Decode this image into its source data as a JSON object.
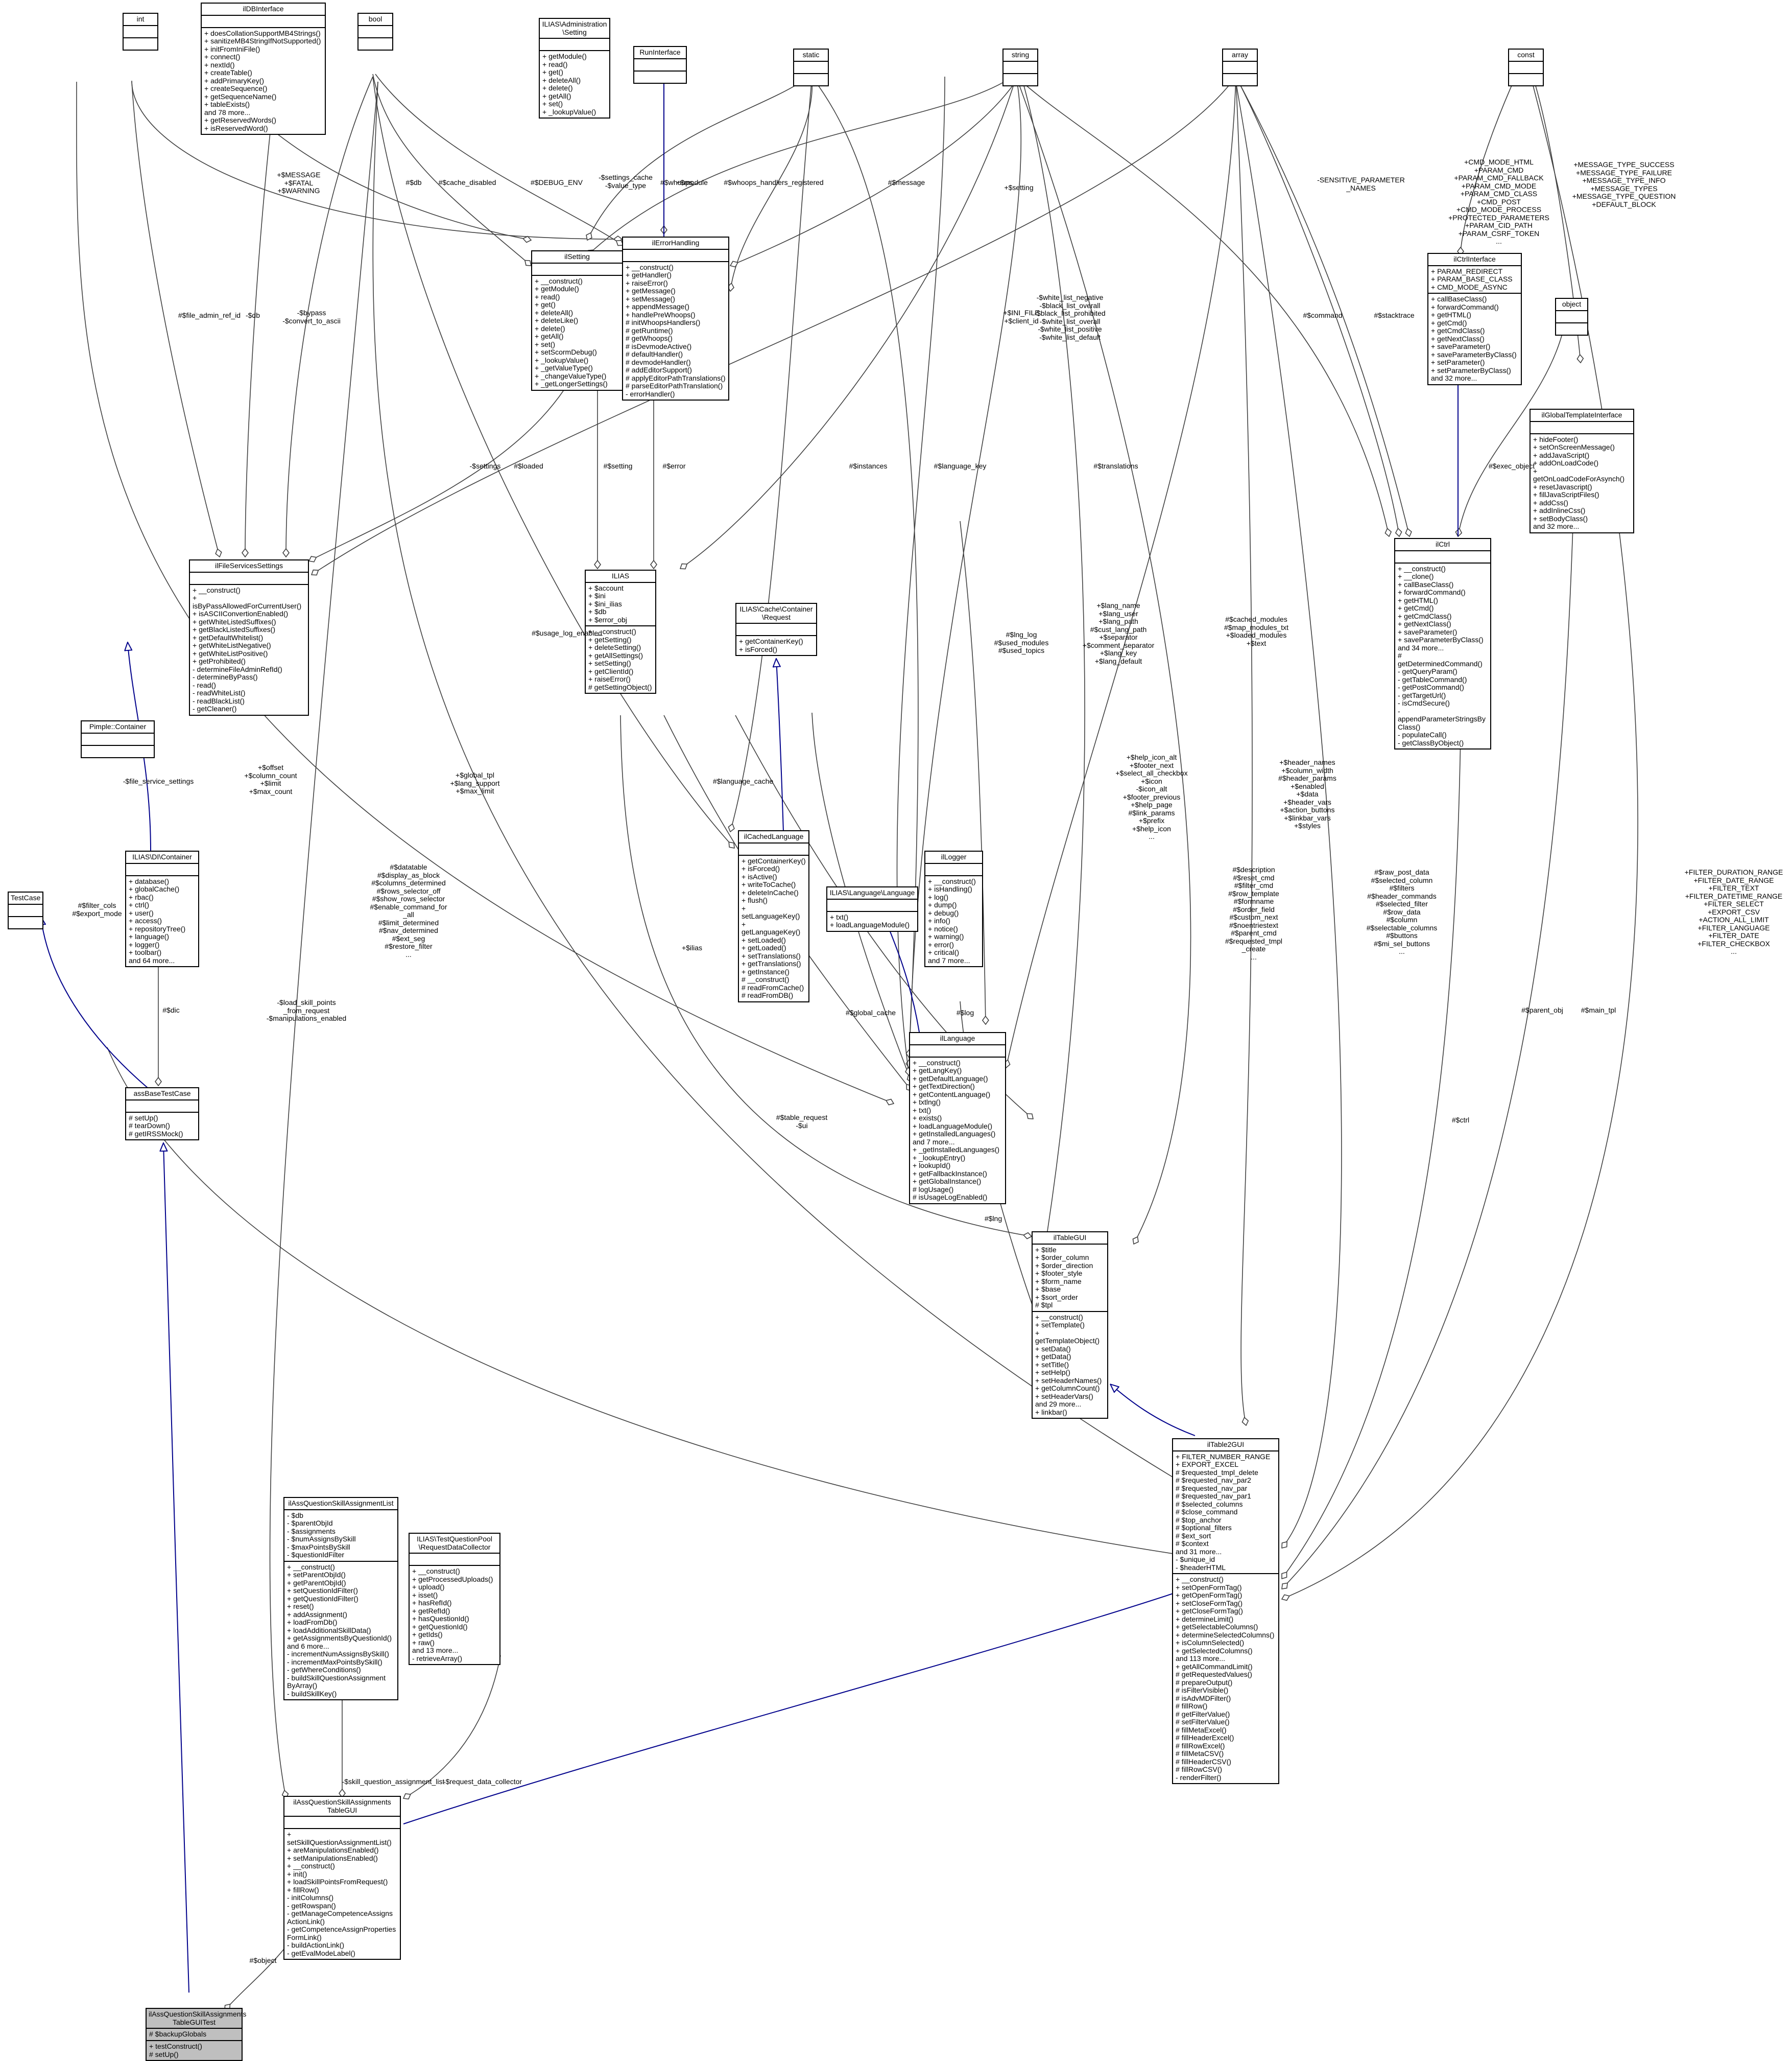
{
  "nodes": {
    "int": {
      "title": "int",
      "attrs": [],
      "ops": []
    },
    "dbinterface": {
      "title": "ilDBInterface",
      "attrs": [],
      "ops": [
        "+ doesCollationSupportMB4Strings()",
        "+ sanitizeMB4StringIfNotSupported()",
        "+ initFromIniFile()",
        "+ connect()",
        "+ nextId()",
        "+ createTable()",
        "+ addPrimaryKey()",
        "+ createSequence()",
        "+ getSequenceName()",
        "+ tableExists()",
        "and 78 more...",
        "+ getReservedWords()",
        "+ isReservedWord()"
      ]
    },
    "bool": {
      "title": "bool",
      "attrs": [],
      "ops": []
    },
    "adminsetting": {
      "title": "ILIAS\\Administration\n\\Setting",
      "attrs": [],
      "ops": [
        "+ getModule()",
        "+ read()",
        "+ get()",
        "+ deleteAll()",
        "+ delete()",
        "+ getAll()",
        "+ set()",
        "+ _lookupValue()"
      ]
    },
    "runinterface": {
      "title": "RunInterface",
      "attrs": [],
      "ops": []
    },
    "static": {
      "title": "static",
      "attrs": [],
      "ops": []
    },
    "string": {
      "title": "string",
      "attrs": [],
      "ops": []
    },
    "array": {
      "title": "array",
      "attrs": [],
      "ops": []
    },
    "const": {
      "title": "const",
      "attrs": [],
      "ops": []
    },
    "ilsetting": {
      "title": "ilSetting",
      "attrs": [],
      "ops": [
        "+ __construct()",
        "+ getModule()",
        "+ read()",
        "+ get()",
        "+ deleteAll()",
        "+ deleteLike()",
        "+ delete()",
        "+ getAll()",
        "+ set()",
        "+ setScormDebug()",
        "+ _lookupValue()",
        "+ _getValueType()",
        "+ _changeValueType()",
        "+ _getLongerSettings()"
      ]
    },
    "errorhandling": {
      "title": "ilErrorHandling",
      "attrs": [],
      "ops": [
        "+ __construct()",
        "+ getHandler()",
        "+ raiseError()",
        "+ getMessage()",
        "+ setMessage()",
        "+ appendMessage()",
        "+ handlePreWhoops()",
        "# initWhoopsHandlers()",
        "# getRuntime()",
        "# getWhoops()",
        "# isDevmodeActive()",
        "# defaultHandler()",
        "# devmodeHandler()",
        "# addEditorSupport()",
        "# applyEditorPathTranslations()",
        "# parseEditorPathTranslation()",
        "- errorHandler()"
      ]
    },
    "ctrlinterface": {
      "title": "ilCtrlInterface",
      "attrs": [
        "+ PARAM_REDIRECT",
        "+ PARAM_BASE_CLASS",
        "+ CMD_MODE_ASYNC"
      ],
      "ops": [
        "+ callBaseClass()",
        "+ forwardCommand()",
        "+ getHTML()",
        "+ getCmd()",
        "+ getCmdClass()",
        "+ getNextClass()",
        "+ saveParameter()",
        "+ saveParameterByClass()",
        "+ setParameter()",
        "+ setParameterByClass()",
        "and 32 more..."
      ]
    },
    "object": {
      "title": "object",
      "attrs": [],
      "ops": []
    },
    "globaltemplate": {
      "title": "ilGlobalTemplateInterface",
      "attrs": [],
      "ops": [
        "+ hideFooter()",
        "+ setOnScreenMessage()",
        "+ addJavaScript()",
        "+ addOnLoadCode()",
        "+ getOnLoadCodeForAsynch()",
        "+ resetJavascript()",
        "+ fillJavaScriptFiles()",
        "+ addCss()",
        "+ addInlineCss()",
        "+ setBodyClass()",
        "and 32 more..."
      ]
    },
    "fileservices": {
      "title": "ilFileServicesSettings",
      "attrs": [],
      "ops": [
        "+ __construct()",
        "+ isByPassAllowedForCurrentUser()",
        "+ isASCIIConvertionEnabled()",
        "+ getWhiteListedSuffixes()",
        "+ getBlackListedSuffixes()",
        "+ getDefaultWhitelist()",
        "+ getWhiteListNegative()",
        "+ getWhiteListPositive()",
        "+ getProhibited()",
        "- determineFileAdminRefId()",
        "- determineByPass()",
        "- read()",
        "- readWhiteList()",
        "- readBlackList()",
        "- getCleaner()"
      ]
    },
    "ilias": {
      "title": "ILIAS",
      "attrs": [
        "+ $account",
        "+ $ini",
        "+ $ini_ilias",
        "+ $db",
        "+ $error_obj"
      ],
      "ops": [
        "+ __construct()",
        "+ getSetting()",
        "+ deleteSetting()",
        "+ getAllSettings()",
        "+ setSetting()",
        "+ getClientId()",
        "+ raiseError()",
        "# getSettingObject()"
      ]
    },
    "cachecontainer": {
      "title": "ILIAS\\Cache\\Container\n\\Request",
      "attrs": [],
      "ops": [
        "+ getContainerKey()",
        "+ isForced()"
      ]
    },
    "ctrl": {
      "title": "ilCtrl",
      "attrs": [],
      "ops": [
        "+ __construct()",
        "+ __clone()",
        "+ callBaseClass()",
        "+ forwardCommand()",
        "+ getHTML()",
        "+ getCmd()",
        "+ getCmdClass()",
        "+ getNextClass()",
        "+ saveParameter()",
        "+ saveParameterByClass()",
        "and 34 more...",
        "# getDeterminedCommand()",
        "- getQueryParam()",
        "- getTableCommand()",
        "- getPostCommand()",
        "- getTargetUrl()",
        "- isCmdSecure()",
        "- appendParameterStringsBy\nClass()",
        "- populateCall()",
        "- getClassByObject()"
      ]
    },
    "pimple": {
      "title": "Pimple::Container",
      "attrs": [],
      "ops": []
    },
    "dicontainer": {
      "title": "ILIAS\\DI\\Container",
      "attrs": [],
      "ops": [
        "+ database()",
        "+ globalCache()",
        "+ rbac()",
        "+ ctrl()",
        "+ user()",
        "+ access()",
        "+ repositoryTree()",
        "+ language()",
        "+ logger()",
        "+ toolbar()",
        "and 64 more..."
      ]
    },
    "cachedlanguage": {
      "title": "ilCachedLanguage",
      "attrs": [],
      "ops": [
        "+ getContainerKey()",
        "+ isForced()",
        "+ isActive()",
        "+ writeToCache()",
        "+ deleteInCache()",
        "+ flush()",
        "+ setLanguageKey()",
        "+ getLanguageKey()",
        "+ setLoaded()",
        "+ getLoaded()",
        "+ setTranslations()",
        "+ getTranslations()",
        "+ getInstance()",
        "# __construct()",
        "# readFromCache()",
        "# readFromDB()"
      ]
    },
    "langlanguage": {
      "title": "ILIAS\\Language\\Language",
      "attrs": [],
      "ops": [
        "+ txt()",
        "+ loadLanguageModule()"
      ]
    },
    "logger": {
      "title": "ilLogger",
      "attrs": [],
      "ops": [
        "+ __construct()",
        "+ isHandling()",
        "+ log()",
        "+ dump()",
        "+ debug()",
        "+ info()",
        "+ notice()",
        "+ warning()",
        "+ error()",
        "+ critical()",
        "and 7 more..."
      ]
    },
    "testcase": {
      "title": "TestCase",
      "attrs": [],
      "ops": []
    },
    "assbase": {
      "title": "assBaseTestCase",
      "attrs": [],
      "ops": [
        "# setUp()",
        "# tearDown()",
        "# getIRSSMock()"
      ]
    },
    "language": {
      "title": "ilLanguage",
      "attrs": [],
      "ops": [
        "+ __construct()",
        "+ getLangKey()",
        "+ getDefaultLanguage()",
        "+ getTextDirection()",
        "+ getContentLanguage()",
        "+ txtlng()",
        "+ txt()",
        "+ exists()",
        "+ loadLanguageModule()",
        "+ getInstalledLanguages()",
        "and 7 more...",
        "+ _getInstalledLanguages()",
        "+ _lookupEntry()",
        "+ lookupId()",
        "+ getFallbackInstance()",
        "+ getGlobalInstance()",
        "# logUsage()",
        "# isUsageLogEnabled()"
      ]
    },
    "tablegui": {
      "title": "ilTableGUI",
      "attrs": [
        "+ $title",
        "+ $order_column",
        "+ $order_direction",
        "+ $footer_style",
        "+ $form_name",
        "+ $base",
        "+ $sort_order",
        "# $tpl"
      ],
      "ops": [
        "+ __construct()",
        "+ setTemplate()",
        "+ getTemplateObject()",
        "+ setData()",
        "+ getData()",
        "+ setTitle()",
        "+ setHelp()",
        "+ setHeaderNames()",
        "+ getColumnCount()",
        "+ setHeaderVars()",
        "and 29 more...",
        "+ linkbar()"
      ]
    },
    "table2gui": {
      "title": "ilTable2GUI",
      "attrs": [
        "+ FILTER_NUMBER_RANGE",
        "+ EXPORT_EXCEL",
        "# $requested_tmpl_delete",
        "# $requested_nav_par2",
        "# $requested_nav_par",
        "# $requested_nav_par1",
        "# $selected_columns",
        "# $close_command",
        "# $top_anchor",
        "# $optional_filters",
        "# $ext_sort",
        "# $context",
        "and 31 more...",
        "- $unique_id",
        "- $headerHTML"
      ],
      "ops": [
        "+ __construct()",
        "+ setOpenFormTag()",
        "+ getOpenFormTag()",
        "+ setCloseFormTag()",
        "+ getCloseFormTag()",
        "+ determineLimit()",
        "+ getSelectableColumns()",
        "+ determineSelectedColumns()",
        "+ isColumnSelected()",
        "+ getSelectedColumns()",
        "and 113 more...",
        "+ getAllCommandLimit()",
        "# getRequestedValues()",
        "# prepareOutput()",
        "# isFilterVisible()",
        "# isAdvMDFilter()",
        "# fillRow()",
        "# getFilterValue()",
        "# setFilterValue()",
        "# fillMetaExcel()",
        "# fillHeaderExcel()",
        "# fillRowExcel()",
        "# fillMetaCSV()",
        "# fillHeaderCSV()",
        "# fillRowCSV()",
        "- renderFilter()"
      ]
    },
    "assignmentlist": {
      "title": "ilAssQuestionSkillAssignmentList",
      "attrs": [
        "- $db",
        "- $parentObjId",
        "- $assignments",
        "- $numAssignsBySkill",
        "- $maxPointsBySkill",
        "- $questionIdFilter"
      ],
      "ops": [
        "+ __construct()",
        "+ setParentObjId()",
        "+ getParentObjId()",
        "+ setQuestionIdFilter()",
        "+ getQuestionIdFilter()",
        "+ reset()",
        "+ addAssignment()",
        "+ loadFromDb()",
        "+ loadAdditionalSkillData()",
        "+ getAssignmentsByQuestionId()",
        "and 6 more...",
        "- incrementNumAssignsBySkill()",
        "- incrementMaxPointsBySkill()",
        "- getWhereConditions()",
        "- buildSkillQuestionAssignment\nByArray()",
        "- buildSkillKey()"
      ]
    },
    "datacollector": {
      "title": "ILIAS\\TestQuestionPool\n\\RequestDataCollector",
      "attrs": [],
      "ops": [
        "+ __construct()",
        "+ getProcessedUploads()",
        "+ upload()",
        "+ isset()",
        "+ hasRefId()",
        "+ getRefId()",
        "+ hasQuestionId()",
        "+ getQuestionId()",
        "+ getIds()",
        "+ raw()",
        "and 13 more...",
        "- retrieveArray()"
      ]
    },
    "assignmentsgui": {
      "title": "ilAssQuestionSkillAssignments\nTableGUI",
      "attrs": [],
      "ops": [
        "+ setSkillQuestionAssignmentList()",
        "+ areManipulationsEnabled()",
        "+ setManipulationsEnabled()",
        "+ __construct()",
        "+ init()",
        "+ loadSkillPointsFromRequest()",
        "+ fillRow()",
        "- initColumns()",
        "- getRowspan()",
        "- getManageCompetenceAssigns\nActionLink()",
        "- getCompetenceAssignProperties\nFormLink()",
        "- buildActionLink()",
        "- getEvalModeLabel()"
      ]
    },
    "testclass": {
      "title": "ilAssQuestionSkillAssignments\nTableGUITest",
      "attrs": [
        "# $backupGlobals"
      ],
      "ops": [
        "+ testConstruct()",
        "# setUp()"
      ]
    }
  },
  "edge_labels": {
    "int_errorhandling": "+$MESSAGE\n+$FATAL\n+$WARNING",
    "db_setting": "#$db",
    "bool_setting": "#$cache_disabled",
    "bool_errorhandling": "#$DEBUG_ENV",
    "static_setting": "-$settings_cache\n-$value_type",
    "string_setting": "+$module",
    "run_errorhandling": "#$whoops",
    "static_errorhandling": "#$whoops_handlers_registered",
    "string_errorhandling": "#$message",
    "bool_fileservices": "-$bypass\n-$convert_to_ascii",
    "int_fileservices": "#$file_admin_ref_id",
    "db_fileservices": "-$db",
    "string_ilias": "+$setting",
    "array_fileservices": "-$white_list_negative\n-$black_list_overall\n-$black_list_prohibited\n-$white_list_overall\n-$white_list_positive\n-$white_list_default",
    "string_ilias2": "+$INI_FILE\n+$client_id",
    "array_ctrl_sens": "-SENSITIVE_PARAMETER\n_NAMES",
    "string_ctrl": "#$command",
    "array_ctrl": "#$stacktrace",
    "const_ctrlinterface": "+CMD_MODE_HTML\n+PARAM_CMD\n+PARAM_CMD_FALLBACK\n+PARAM_CMD_MODE\n+PARAM_CMD_CLASS\n+CMD_POST\n+CMD_MODE_PROCESS\n+PROTECTED_PARAMETERS\n+PARAM_CID_PATH\n+PARAM_CSRF_TOKEN\n...",
    "const_globaltemplate": "+MESSAGE_TYPE_SUCCESS\n+MESSAGE_TYPE_FAILURE\n+MESSAGE_TYPE_INFO\n+MESSAGE_TYPES\n+MESSAGE_TYPE_QUESTION\n+DEFAULT_BLOCK",
    "object_ctrl": "#$exec_object",
    "settings_fileservices": "-$settings",
    "loaded": "#$loaded",
    "setting_ilias": "#$setting",
    "error_ilias": "#$error",
    "instances": "#$instances",
    "language_key": "#$language_key",
    "translations": "#$translations",
    "usage_log": "#$usage_log_enabled",
    "lang_names": "+$lang_name\n+$lang_user\n+$lang_path\n#$cust_lang_path\n+$separator\n+$comment_separator\n+$lang_key\n+$lang_default",
    "lng_log": "#$lng_log\n#$used_modules\n#$used_topics",
    "cached_modules": "#$cached_modules\n#$map_modules_txt\n+$loaded_modules\n+$text",
    "file_service": "-$file_service_settings",
    "offset": "+$offset\n+$column_count\n+$limit\n+$max_count",
    "global_tpl": "+$global_tpl\n+$lang_support\n+$max_limit",
    "language_cache": "#$language_cache",
    "help_icon": "+$help_icon_alt\n+$footer_next\n+$select_all_checkbox\n+$icon\n-$icon_alt\n+$footer_previous\n+$help_page\n#$link_params\n+$prefix\n+$help_icon\n...",
    "header_names": "+$header_names\n+$column_width\n#$header_params\n+$enabled\n+$data\n+$header_vars\n+$action_buttons\n+$linkbar_vars\n+$styles",
    "datatable": "#$datatable\n#$display_as_block\n#$columns_determined\n#$rows_selector_off\n#$show_rows_selector\n#$enable_command_for\n_all\n#$limit_determined\n#$nav_determined\n#$ext_seg\n#$restore_filter\n...",
    "description": "#$description\n#$reset_cmd\n#$filter_cmd\n#$row_template\n#$formname\n#$order_field\n#$custom_next\n#$noentriestext\n#$parent_cmd\n#$requested_tmpl\n_create\n...",
    "raw_post": "#$raw_post_data\n#$selected_column\n#$filters\n#$header_commands\n#$selected_filter\n#$row_data\n#$column\n#$selectable_columns\n#$buttons\n#$mi_sel_buttons\n...",
    "filter_duration": "+FILTER_DURATION_RANGE\n+FILTER_DATE_RANGE\n+FILTER_TEXT\n+FILTER_DATETIME_RANGE\n+FILTER_SELECT\n+EXPORT_CSV\n+ACTION_ALL_LIMIT\n+FILTER_LANGUAGE\n+FILTER_DATE\n+FILTER_CHECKBOX\n...",
    "filter_cols": "#$filter_cols\n#$export_mode",
    "dic": "#$dic",
    "ilias_lng": "+$ilias",
    "global_cache": "#$global_cache",
    "log": "#$log",
    "lng": "#$lng",
    "table_request": "#$table_request\n-$ui",
    "ctrl": "#$ctrl",
    "parent_obj": "#$parent_obj",
    "main_tpl": "#$main_tpl",
    "load_skill": "-$load_skill_points\n_from_request\n-$manipulations_enabled",
    "skill_list": "-$skill_question_assignment_list",
    "request_collector": "-$request_data_collector",
    "object": "#$object"
  }
}
